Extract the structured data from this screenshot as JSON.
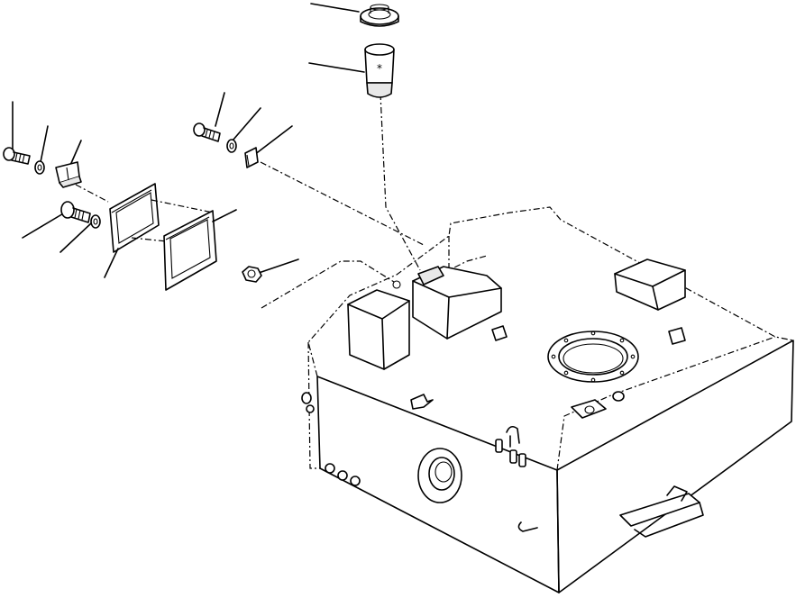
{
  "diagram": {
    "type": "exploded-parts-view",
    "colors": {
      "ink": "#000000",
      "paper": "#ffffff"
    },
    "parts": [
      {
        "name": "fuel-cap"
      },
      {
        "name": "fuel-strainer"
      },
      {
        "name": "gauge-bolt"
      },
      {
        "name": "gauge-washer"
      },
      {
        "name": "gauge-clip"
      },
      {
        "name": "cover-bolt-upper"
      },
      {
        "name": "cover-washer-upper"
      },
      {
        "name": "cover-clip-upper"
      },
      {
        "name": "cover-bolt-lower"
      },
      {
        "name": "cover-washer-lower"
      },
      {
        "name": "cover-plate"
      },
      {
        "name": "cover-gasket"
      },
      {
        "name": "cover-nut"
      },
      {
        "name": "fuel-tank"
      }
    ]
  }
}
